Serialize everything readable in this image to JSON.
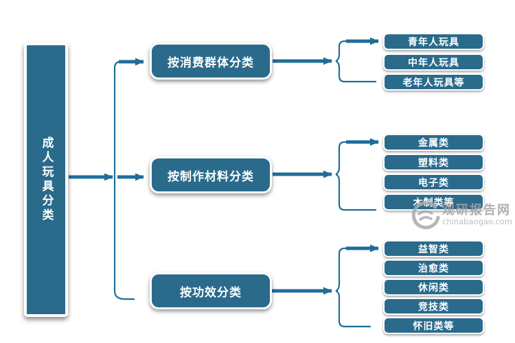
{
  "diagram": {
    "root": {
      "label": "成人玩具分类"
    },
    "groups": [
      {
        "category": "按消费群体分类",
        "leaves": [
          "青年人玩具",
          "中年人玩具",
          "老年人玩具等"
        ]
      },
      {
        "category": "按制作材料分类",
        "leaves": [
          "金属类",
          "塑料类",
          "电子类",
          "木制类等"
        ]
      },
      {
        "category": "按功效分类",
        "leaves": [
          "益智类",
          "治愈类",
          "休闲类",
          "竞技类",
          "怀旧类等"
        ]
      }
    ]
  },
  "watermark": {
    "site_name": "观研报告网",
    "site_url": "chinabaogao.com"
  },
  "colors": {
    "box_fill": "#2a6b8c",
    "box_border": "#ffffff",
    "connector": "#1f6d99",
    "watermark_gray": "#a8a8a8",
    "background": "#ffffff"
  }
}
